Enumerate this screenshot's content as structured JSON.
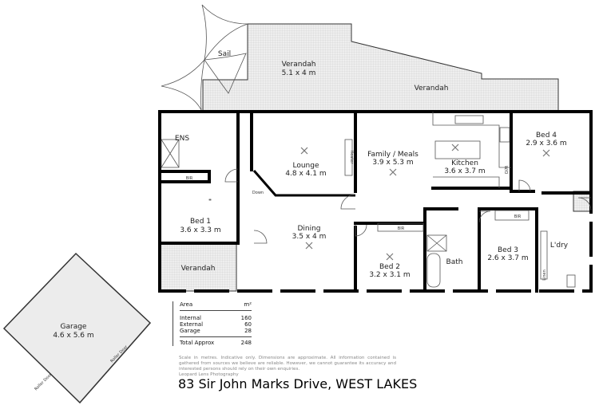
{
  "rooms": {
    "sail": "Sail",
    "verandah_top": {
      "name": "Verandah",
      "size": "5.1 x 4 m"
    },
    "verandah_right": "Verandah",
    "verandah_lower": "Verandah",
    "ens": "ENS",
    "lounge": {
      "name": "Lounge",
      "size": "4.8 x 4.1 m"
    },
    "family": {
      "name": "Family / Meals",
      "size": "3.9 x 5.3 m"
    },
    "kitchen": {
      "name": "Kitchen",
      "size": "3.6 x 3.7 m"
    },
    "bed4": {
      "name": "Bed 4",
      "size": "2.9 x 3.6 m"
    },
    "bed1": {
      "name": "Bed 1",
      "size": "3.6 x 3.3 m"
    },
    "dining": {
      "name": "Dining",
      "size": "3.5 x 4 m"
    },
    "bed2": {
      "name": "Bed 2",
      "size": "3.2 x 3.1 m"
    },
    "bath": "Bath",
    "bed3": {
      "name": "Bed 3",
      "size": "2.6 x 3.7 m"
    },
    "laundry": "L'dry",
    "garage": {
      "name": "Garage",
      "size": "4.6 x 5.6 m"
    }
  },
  "small_labels": {
    "bir": "BIR",
    "heater": "Heater",
    "down": "Down",
    "linen": "Linen",
    "roller_door": "Roller Door",
    "wo": "W/O"
  },
  "area_table": {
    "header": "Area",
    "unit": "m²",
    "rows": [
      {
        "label": "Internal",
        "value": "160"
      },
      {
        "label": "External",
        "value": "60"
      },
      {
        "label": "Garage",
        "value": "28"
      }
    ],
    "total": {
      "label": "Total Approx",
      "value": "248"
    }
  },
  "disclaimer": "Scale in metres. Indicative only. Dimensions are approximate. All information contained is gathered from sources we believe are reliable. However, we cannot guarantee its accuracy and interested persons should rely on their own enquiries.",
  "credit": "Leopard Lens Photography",
  "address": "83 Sir John Marks Drive, WEST LAKES",
  "colors": {
    "hatch": "#e4e4e4",
    "wall": "#000000"
  }
}
